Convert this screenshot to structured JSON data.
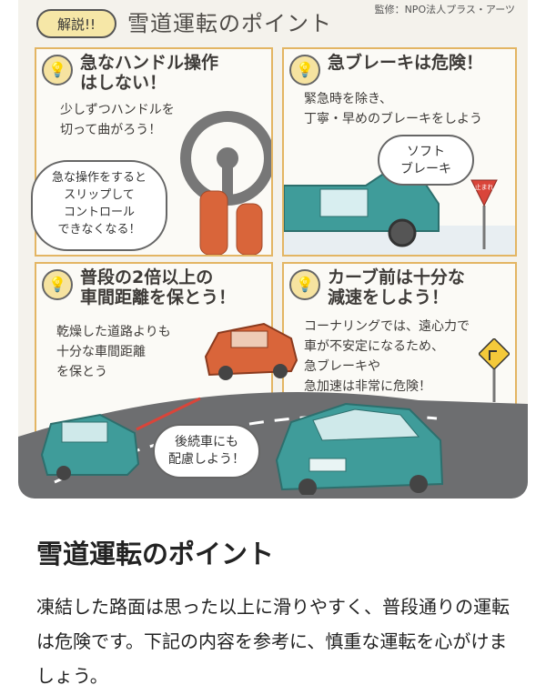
{
  "banner": {
    "badge": "解説!!",
    "title": "雪道運転のポイント",
    "supervision": "監修：NPO法人プラス・アーツ"
  },
  "panels": [
    {
      "heading": "急なハンドル操作\nはしない！",
      "body": "少しずつハンドルを\n切って曲がろう！",
      "bubble": "急な操作をすると\nスリップして\nコントロール\nできなくなる！"
    },
    {
      "heading": "急ブレーキは危険！",
      "body": "緊急時を除き、\n丁寧・早めのブレーキをしよう",
      "bubble": "ソフト\nブレーキ",
      "sign": "止まれ"
    },
    {
      "heading": "普段の2倍以上の\n車間距離を保とう！",
      "body": "乾燥した道路よりも\n十分な車間距離\nを保とう",
      "bubble": "後続車にも\n配慮しよう！"
    },
    {
      "heading": "カーブ前は十分な\n減速をしよう！",
      "body": "コーナリングでは、遠心力で\n車が不安定になるため、\n急ブレーキや\n急加速は非常に危険！"
    }
  ],
  "content": {
    "title": "雪道運転のポイント",
    "description": "凍結した路面は思った以上に滑りやすく、普段通りの運転は危険です。下記の内容を参考に、慎重な運転を心がけましょう。"
  },
  "colors": {
    "panel_border": "#e3b563",
    "badge_fill": "#f6e7a7",
    "car_teal": "#3f9c9a",
    "car_orange": "#d9653a",
    "road": "#6d6e70"
  }
}
